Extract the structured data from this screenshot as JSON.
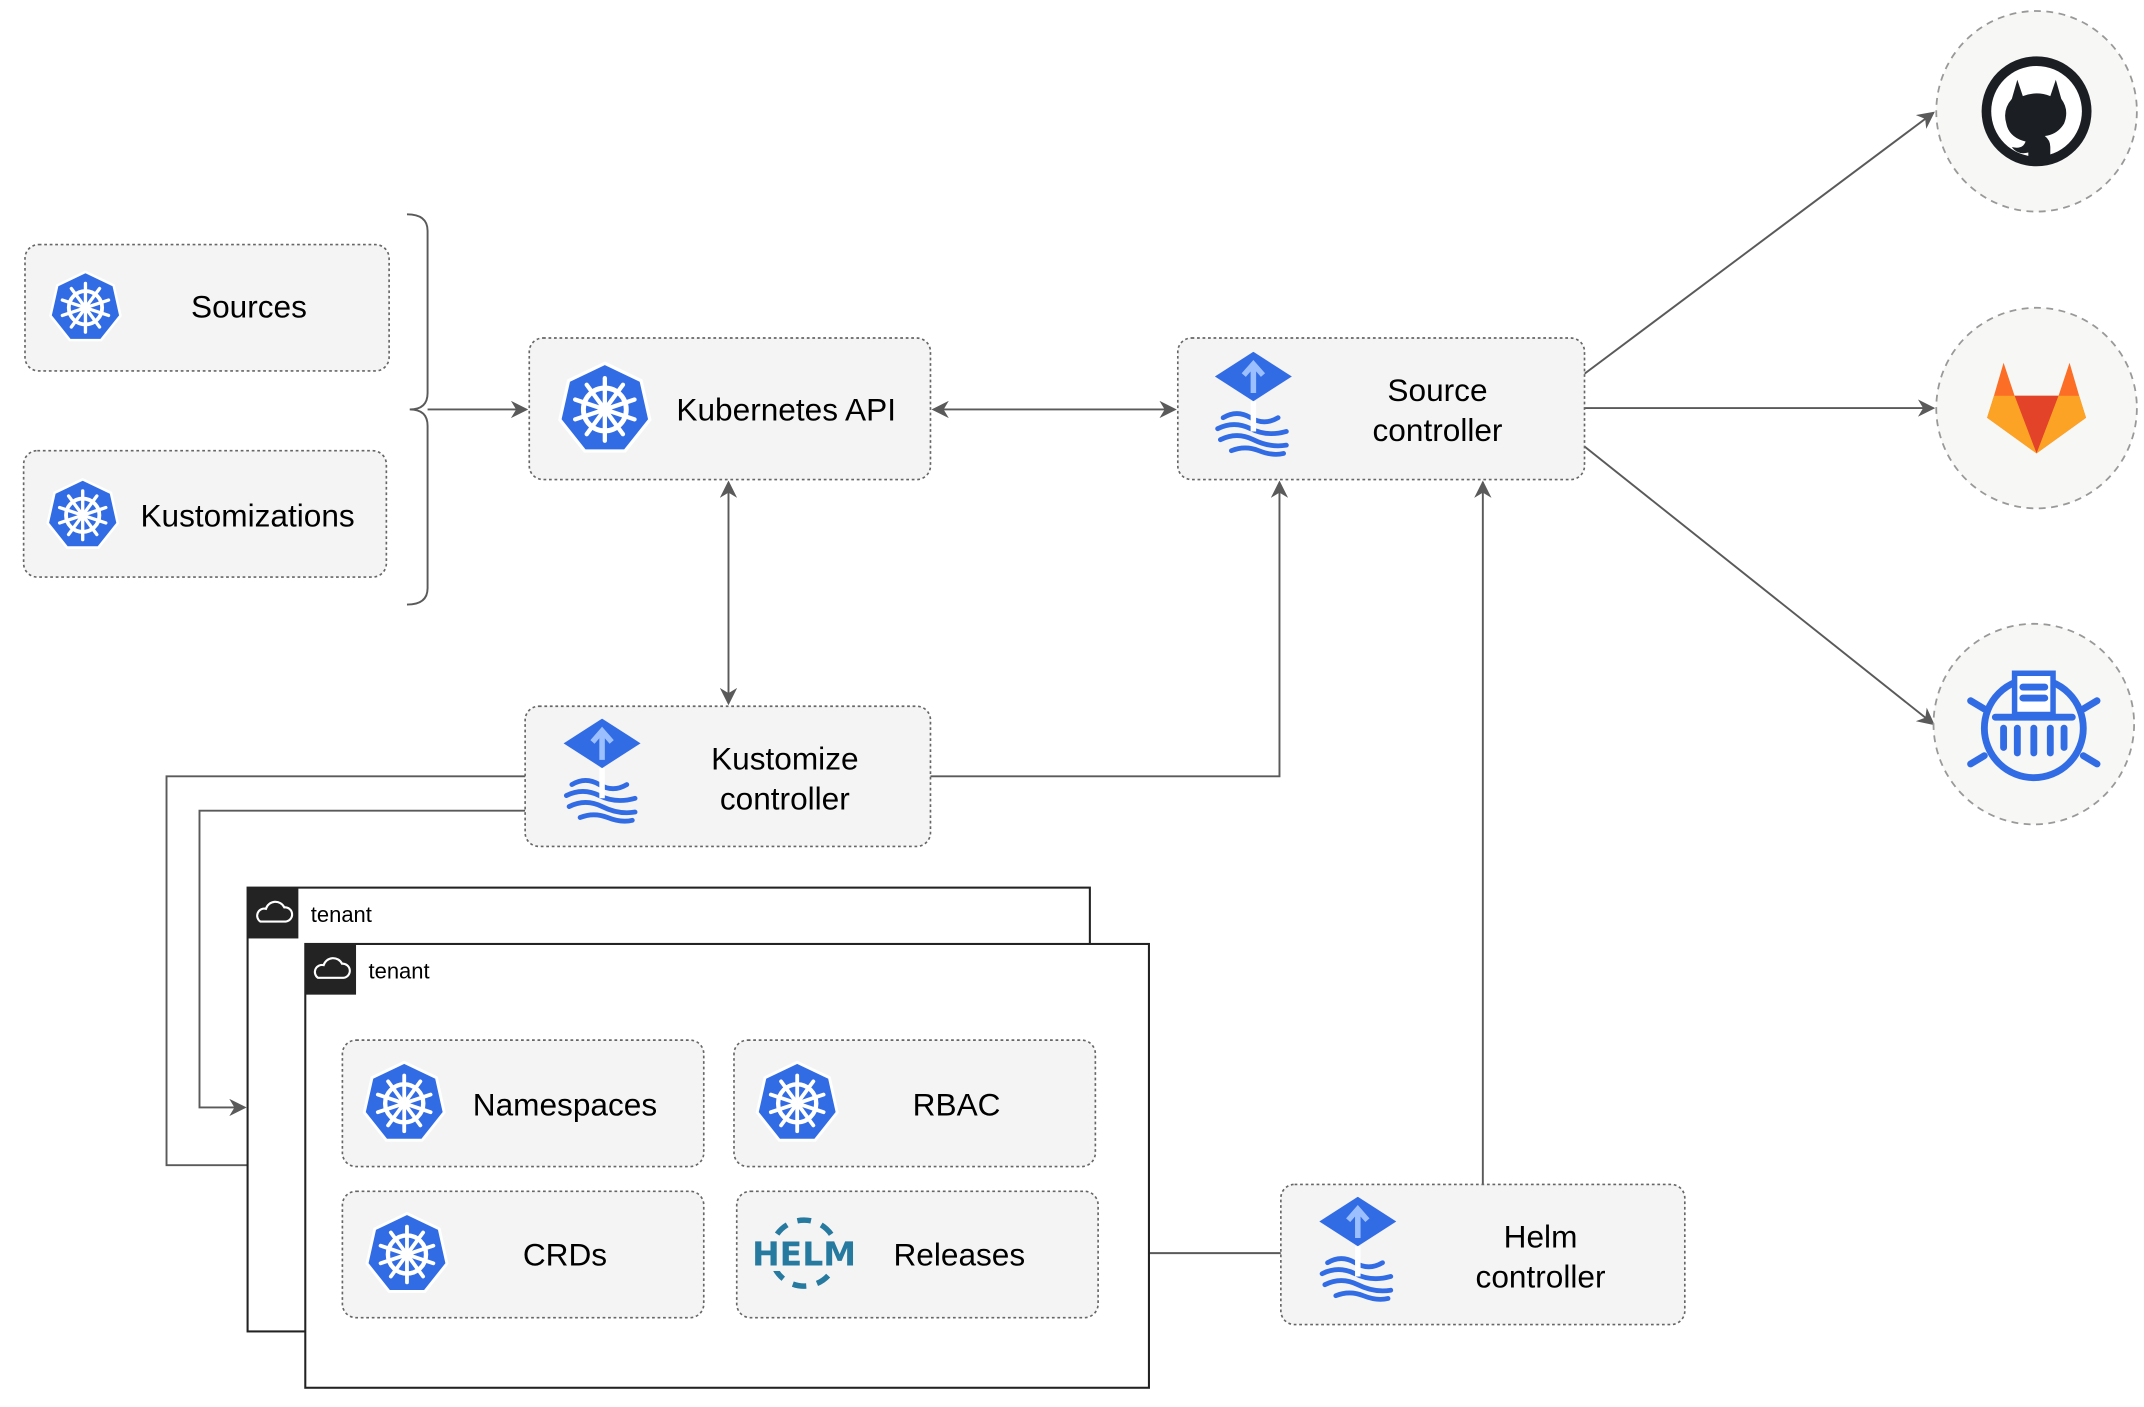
{
  "colors": {
    "kubernetes_blue": "#326ce5",
    "flux_blue": "#326ce5",
    "helm_teal": "#277a9f",
    "gitlab_orange": "#e24329",
    "github_dark": "#1b1f23",
    "box_fill": "#f4f4f4",
    "edge": "#5a5a5a"
  },
  "nodes": {
    "sources": {
      "label": "Sources",
      "icon": "kubernetes-icon"
    },
    "kustomizations": {
      "label": "Kustomizations",
      "icon": "kubernetes-icon"
    },
    "kubernetes_api": {
      "label": "Kubernetes API",
      "icon": "kubernetes-icon"
    },
    "source_controller": {
      "line1": "Source",
      "line2": "controller",
      "icon": "flux-icon"
    },
    "kustomize_controller": {
      "line1": "Kustomize",
      "line2": "controller",
      "icon": "flux-icon"
    },
    "helm_controller": {
      "line1": "Helm",
      "line2": "controller",
      "icon": "flux-icon"
    },
    "namespaces": {
      "label": "Namespaces",
      "icon": "kubernetes-icon"
    },
    "rbac": {
      "label": "RBAC",
      "icon": "kubernetes-icon"
    },
    "crds": {
      "label": "CRDs",
      "icon": "kubernetes-icon"
    },
    "releases": {
      "label": "Releases",
      "icon": "helm-icon",
      "icon_text": "HELM"
    }
  },
  "tenants": [
    {
      "label": "tenant",
      "icon": "cloud-icon"
    },
    {
      "label": "tenant",
      "icon": "cloud-icon"
    }
  ],
  "external": [
    {
      "icon": "github-icon"
    },
    {
      "icon": "gitlab-icon"
    },
    {
      "icon": "bucket-icon"
    }
  ]
}
